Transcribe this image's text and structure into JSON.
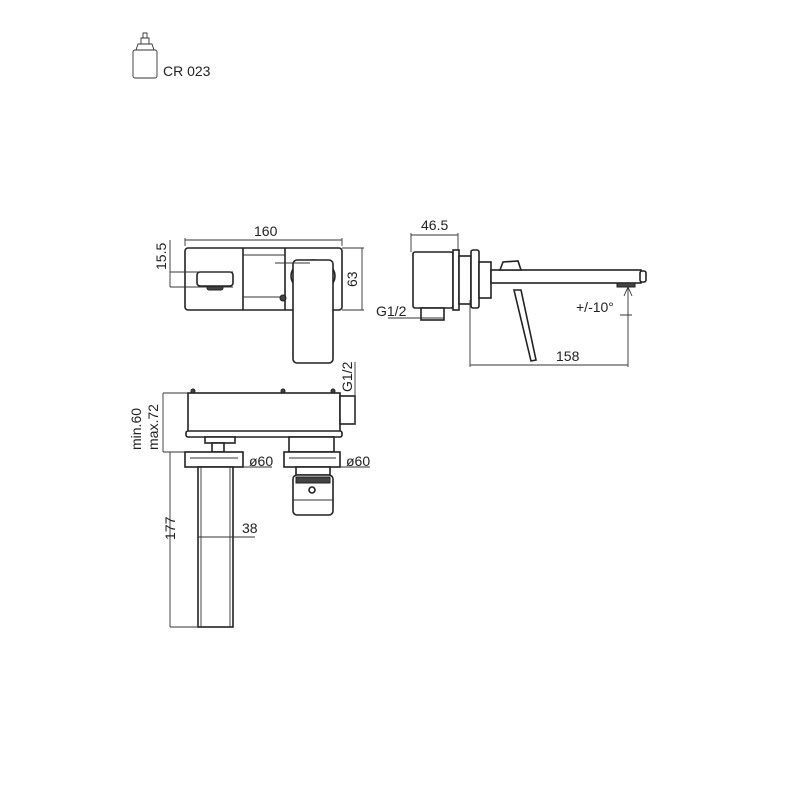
{
  "header": {
    "cartridge_code": "CR 023",
    "icon": "cartridge-icon"
  },
  "front_view": {
    "width": "160",
    "height": "63",
    "spout_offset": "15.5"
  },
  "side_view": {
    "depth": "46.5",
    "connection": "G1/2",
    "tilt": "+/-10°",
    "projection": "158"
  },
  "bottom_view": {
    "wall_min": "min.60",
    "wall_max": "max.72",
    "connection": "G1/2",
    "flange_left": "ø60",
    "flange_right": "ø60",
    "spout_length": "177",
    "spout_width": "38"
  }
}
